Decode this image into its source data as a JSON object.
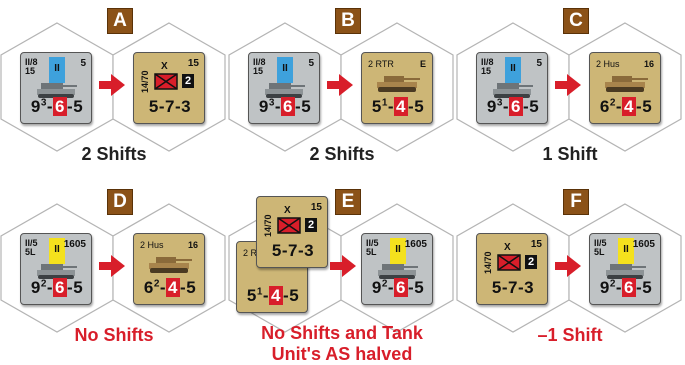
{
  "panels": [
    {
      "letter": "A",
      "caption": "2 Shifts",
      "caption_red": false,
      "attacker": {
        "id": "II/8",
        "id2": "15",
        "size": "II",
        "strength": "5",
        "vals": [
          "9",
          "3",
          "6",
          "5"
        ],
        "bar": "blue"
      },
      "defender": {
        "type": "inf",
        "vid": "14/70",
        "size": "X",
        "strength": "15",
        "step": "2",
        "vals": [
          "5",
          "",
          "7",
          "3"
        ]
      }
    },
    {
      "letter": "B",
      "caption": "2 Shifts",
      "caption_red": false,
      "attacker": {
        "id": "II/8",
        "id2": "15",
        "size": "II",
        "strength": "5",
        "vals": [
          "9",
          "3",
          "6",
          "5"
        ],
        "bar": "blue"
      },
      "defender": {
        "type": "tank",
        "name": "2 RTR",
        "tag": "E",
        "vals": [
          "5",
          "1",
          "4",
          "5"
        ]
      }
    },
    {
      "letter": "C",
      "caption": "1 Shift",
      "caption_red": false,
      "attacker": {
        "id": "II/8",
        "id2": "15",
        "size": "II",
        "strength": "5",
        "vals": [
          "9",
          "3",
          "6",
          "5"
        ],
        "bar": "blue"
      },
      "defender": {
        "type": "tank",
        "name": "2 Hus",
        "tag": "16",
        "vals": [
          "6",
          "2",
          "4",
          "5"
        ]
      }
    },
    {
      "letter": "D",
      "caption": "No Shifts",
      "caption_red": true,
      "attacker": {
        "id": "II/5",
        "id2": "5L",
        "size": "II",
        "strength": "1605",
        "vals": [
          "9",
          "2",
          "6",
          "5"
        ],
        "bar": "yellow"
      },
      "defender": {
        "type": "tank",
        "name": "2 Hus",
        "tag": "16",
        "vals": [
          "6",
          "2",
          "4",
          "5"
        ]
      }
    },
    {
      "letter": "E",
      "caption": "No Shifts and Tank",
      "caption2": "Unit's AS halved",
      "caption_red": true,
      "stack_back": {
        "name": "2 R",
        "vals": [
          "5",
          "1",
          "4",
          "5"
        ]
      },
      "stack_front": {
        "vid": "14/70",
        "size": "X",
        "strength": "15",
        "step": "2",
        "vals": [
          "5",
          "",
          "7",
          "3"
        ]
      },
      "defender": {
        "id": "II/5",
        "id2": "5L",
        "size": "II",
        "strength": "1605",
        "vals": [
          "9",
          "2",
          "6",
          "5"
        ],
        "bar": "yellow"
      }
    },
    {
      "letter": "F",
      "caption": "–1 Shift",
      "caption_red": true,
      "attacker": {
        "type": "inf",
        "vid": "14/70",
        "size": "X",
        "strength": "15",
        "step": "2",
        "vals": [
          "5",
          "",
          "7",
          "3"
        ]
      },
      "defender": {
        "id": "II/5",
        "id2": "5L",
        "size": "II",
        "strength": "1605",
        "vals": [
          "9",
          "2",
          "6",
          "5"
        ],
        "bar": "yellow"
      }
    }
  ],
  "colors": {
    "badge": "#8b5218",
    "red": "#d81e2a",
    "grey_counter": "#bfc3c5",
    "tan_counter": "#cdb676",
    "blue": "#3ea1dc",
    "yellow": "#f4e11d"
  }
}
